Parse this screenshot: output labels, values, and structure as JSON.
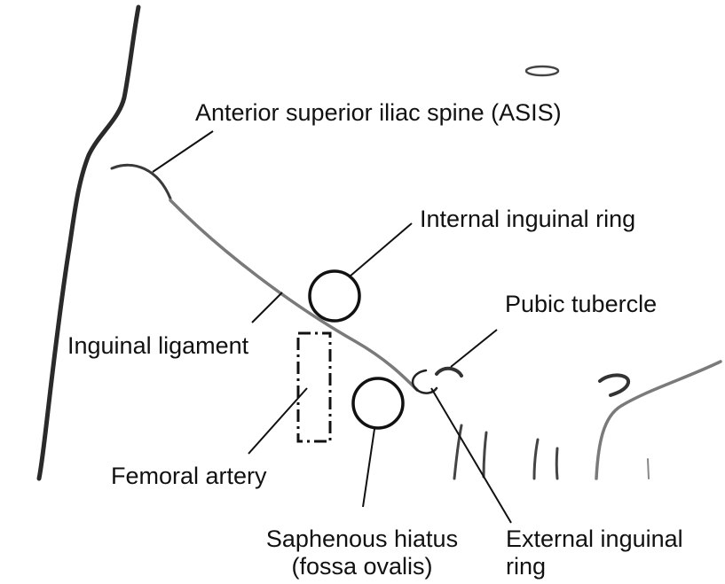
{
  "labels": {
    "asis": "Anterior superior iliac spine (ASIS)",
    "internal_ring": "Internal inguinal ring",
    "pubic_tubercle": "Pubic tubercle",
    "inguinal_ligament": "Inguinal ligament",
    "femoral_artery": "Femoral artery",
    "saphenous_hiatus": [
      "Saphenous hiatus",
      "(fossa ovalis)"
    ],
    "external_ring": [
      "External inguinal",
      "ring"
    ]
  },
  "colors": {
    "outline": "#2a2a2a",
    "ligament": "#7a7a7a",
    "text": "#111111",
    "background": "#ffffff"
  }
}
